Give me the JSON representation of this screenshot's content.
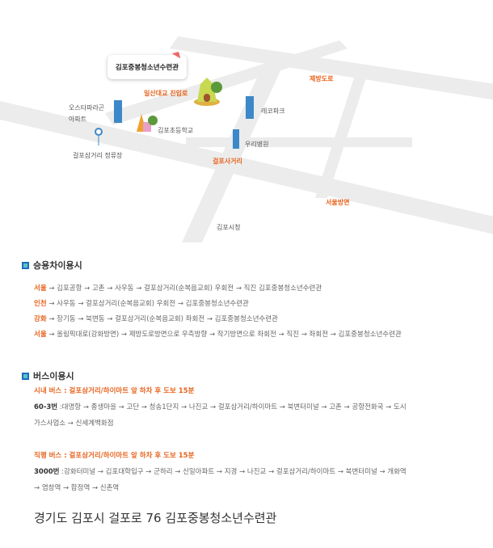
{
  "map": {
    "callout": "김포중봉청소년수련관",
    "labels": {
      "ilsan": "일산대교 진입로",
      "jebang": "제방도로",
      "apt1": "오스타파라곤",
      "apt2": "아파트",
      "lecopark": "레코파크",
      "school": "김포초등학교",
      "hospital": "우리병원",
      "stop": "걸포삼거리 정류장",
      "crossroad": "걸포사거리",
      "seoul": "서울방면",
      "cityhall": "김포시청"
    }
  },
  "car": {
    "title": "승용차이용시",
    "rows": [
      {
        "from": "서울",
        "route": " → 김포공항 → 고촌 → 사우동 → 걸포삼거리(순복음교회) 우회전 → 직진 김포중봉청소년수련관"
      },
      {
        "from": "인천",
        "route": " → 사우동 → 걸포삼거리(순복음교회) 우회전 → 김포중봉청소년수련관"
      },
      {
        "from": "강화",
        "route": " → 장기동 → 북변동 → 걸포삼거리(순복음교회) 좌회전 → 김포중봉청소년수련관"
      },
      {
        "from": "서울",
        "route": " → 올림픽대로(강화방면) → 제방도로방면으로 우측방향 → 작기방면으로 좌회전 → 직진 → 좌회전 → 김포중봉청소년수련관"
      }
    ]
  },
  "bus": {
    "title": "버스이용시",
    "city": {
      "sub": "시내 버스 : 걸포삼거리/하이마트 앞 하차 후 도보 15분",
      "num": "60-3번",
      "line1": " :대명항 → 종생마을 → 고단 → 청송1단지 → 나진교 → 걸포삼거리/하이마트 → 북변터미널 → 고촌 → 공항전화국 → 도시",
      "line2": "가스사업소 → 신세계백화점"
    },
    "express": {
      "sub": "직행 버스 : 걸포삼거리/하이마트 앞 하차 후 도보 15분",
      "num": "3000번",
      "line1": " :강화터미널 → 김포대학입구 → 군하리 → 신일아파트 → 지경 → 나진교 → 걸포삼거리/하이마트 → 북변터미널 → 개화역",
      "line2": "→ 염창역 → 합정역 → 신촌역"
    }
  },
  "address": "경기도 김포시 걸포로 76 김포중봉청소년수련관"
}
